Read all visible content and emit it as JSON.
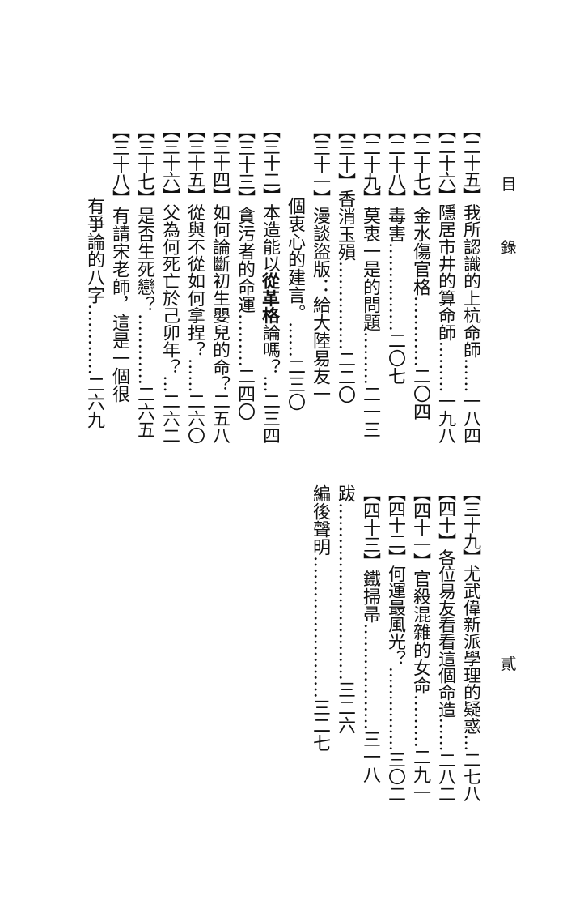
{
  "running_head": {
    "char1": "目",
    "char2": "錄"
  },
  "folio": "貳",
  "left_col_group": [
    {
      "num": "【二十五】",
      "title": "我所認識的上杭命師",
      "dots": "……",
      "page": "一八四"
    },
    {
      "num": "【二十六】",
      "title": "隱居市井的算命師",
      "dots": "………",
      "page": "一九八"
    },
    {
      "num": "【二十七】",
      "title": "金水傷官格",
      "dots": "…………",
      "page": "二〇四"
    },
    {
      "num": "【二十八】",
      "title": "毒害",
      "dots": "……………",
      "page": "二〇七"
    },
    {
      "num": "【二十九】",
      "title": "莫衷一是的問題",
      "dots": "………",
      "page": "二一三"
    },
    {
      "num": "【三十】",
      "title": "香消玉殞",
      "dots": "……………",
      "page": "二二〇"
    },
    {
      "num": "【三十一】",
      "title": "漫談盜版：給大陸易友一",
      "dots": "",
      "page": ""
    },
    {
      "num": "",
      "title": "個衷心的建言。",
      "dots": "……",
      "page": "二三〇"
    },
    {
      "num": "【三十二】",
      "title_pre": "本造能以",
      "title_bold": "從革格",
      "title_post": "論嗎？",
      "dots": "…",
      "page": "二三四"
    },
    {
      "num": "【三十三】",
      "title": "貪污者的命運",
      "dots": "………",
      "page": "二四〇"
    },
    {
      "num": "【三十四】",
      "title": "如何論斷初生嬰兒的命？",
      "dots": "",
      "page": "二五八"
    },
    {
      "num": "【三十五】",
      "title": "從與不從如何拿捏？",
      "dots": "……",
      "page": "二六〇"
    },
    {
      "num": "【三十六】",
      "title": "父為何死亡於己卯年？",
      "dots": "…",
      "page": "二六二"
    },
    {
      "num": "【三十七】",
      "title": "是否生死戀？",
      "dots": "…………",
      "page": "二六五"
    },
    {
      "num": "【三十八】",
      "title": "有請宋老師，這是一個很",
      "dots": "",
      "page": ""
    },
    {
      "num": "",
      "title": "有爭論的八字",
      "dots": "…………",
      "page": "二六九"
    }
  ],
  "right_col_group": [
    {
      "num": "【三十九】",
      "title": "尤武偉新派學理的疑惑",
      "dots": "…",
      "page": "二七八"
    },
    {
      "num": "【四十】",
      "title": "各位易友看看這個命造",
      "dots": "……",
      "page": "二八二"
    },
    {
      "num": "【四十一】",
      "title": "官殺混雜的女命",
      "dots": "………",
      "page": "二九一"
    },
    {
      "num": "【四十二】",
      "title": "何運最風光？",
      "dots": "……………",
      "page": "三〇二"
    },
    {
      "num": "【四十三】",
      "title": "鐵掃帚",
      "dots": "………………",
      "page": "三一八"
    },
    {
      "num": "",
      "title": "跋",
      "dots": "…………………………",
      "page": "三二六"
    },
    {
      "num": "",
      "title": "編後聲明",
      "dots": "……………………",
      "page": "三二七"
    }
  ]
}
